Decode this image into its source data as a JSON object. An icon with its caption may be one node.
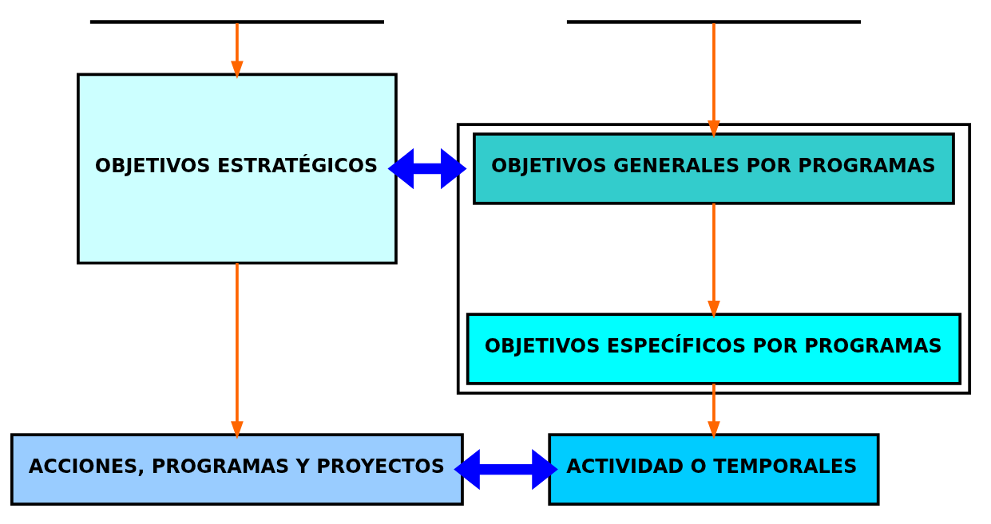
{
  "diagram": {
    "nodes": [
      {
        "text": [],
        "shape": "bar"
      },
      {
        "text": [],
        "shape": "bar"
      },
      {
        "text": [
          "OBJETIVOS ESTRATÉGICOS"
        ]
      },
      {
        "text": [],
        "shape": "box"
      },
      {
        "text": [
          "OBJETIVOS GENERALES POR PROGRAMAS"
        ],
        "in": 3
      },
      {
        "text": [
          "OBJETIVOS ESPECÍFICOS POR PROGRAMAS"
        ],
        "in": 3
      },
      {
        "text": [
          "ACCIONES, PROGRAMAS Y PROYECTOS"
        ]
      },
      {
        "text": [
          "ACTIVIDAD O TEMPORALES"
        ]
      }
    ],
    "edges": [
      {
        "from": 0,
        "to": 2,
        "arrow": "to"
      },
      {
        "from": 1,
        "to": 4,
        "arrow": "to"
      },
      {
        "from": 2,
        "to": 3,
        "arrow": "both",
        "style": "thick",
        "color": "#0000ff"
      },
      {
        "from": 4,
        "to": 5,
        "arrow": "to"
      },
      {
        "from": 2,
        "to": 6,
        "arrow": "to"
      },
      {
        "from": 5,
        "to": 7,
        "arrow": "to"
      },
      {
        "from": 6,
        "to": 7,
        "arrow": "both",
        "style": "thick",
        "color": "#0000ff"
      }
    ]
  }
}
